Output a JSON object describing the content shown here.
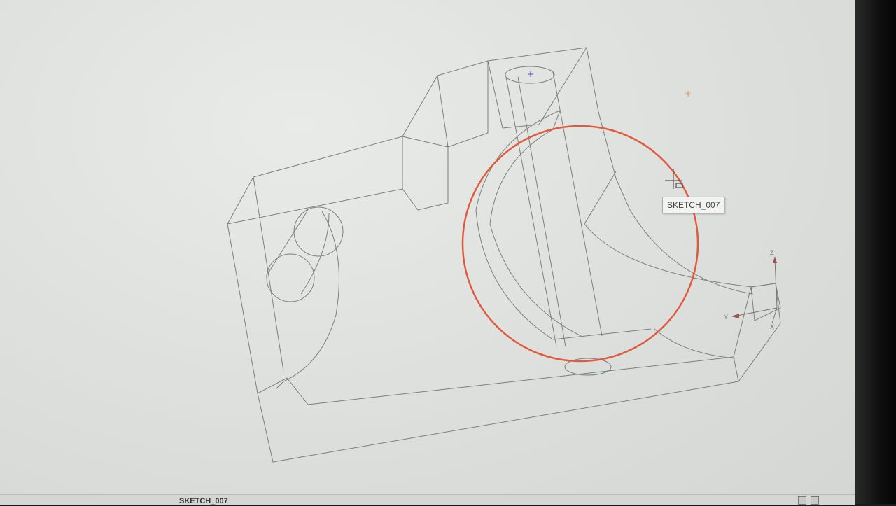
{
  "viewport": {
    "tooltip": "SKETCH_007",
    "sketch_color": "#e05a3f",
    "wire_color": "#7c807c",
    "axis_labels": {
      "z": "Z",
      "y": "Y",
      "x": "X"
    }
  },
  "statusbar": {
    "text": "SKETCH_007"
  }
}
